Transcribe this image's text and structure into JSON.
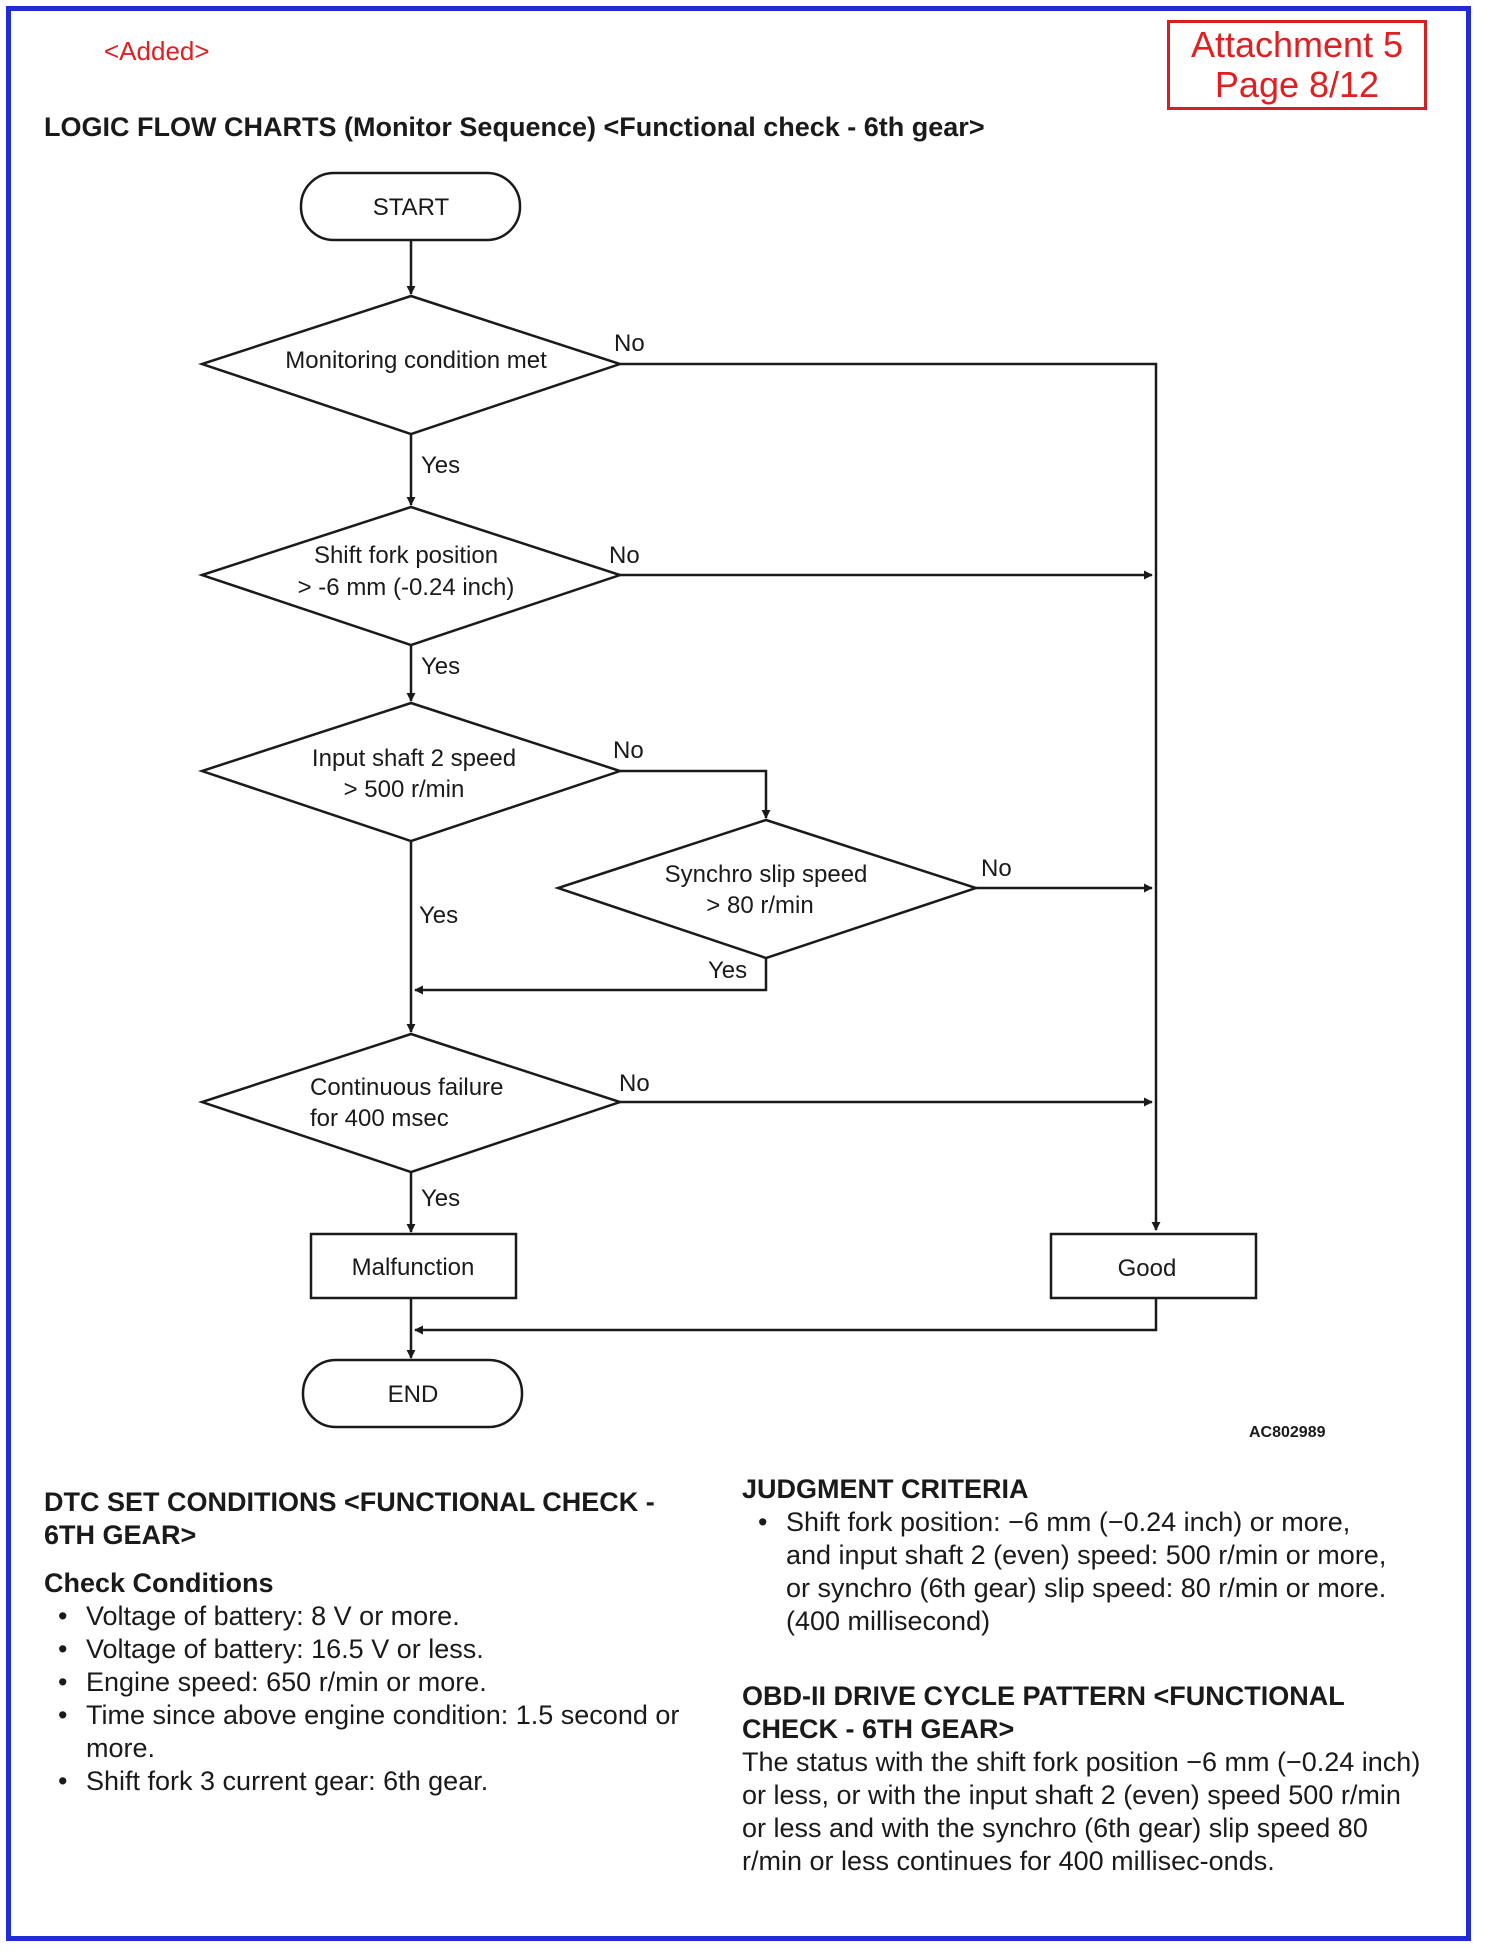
{
  "header": {
    "added_tag": "<Added>",
    "attachment_line1": "Attachment 5",
    "attachment_line2": "Page 8/12",
    "title": "LOGIC FLOW CHARTS (Monitor Sequence) <Functional check - 6th gear>"
  },
  "flowchart": {
    "start": "START",
    "end": "END",
    "decisions": [
      {
        "line1": "Monitoring condition met",
        "line2": ""
      },
      {
        "line1": "Shift fork position",
        "line2": "> -6 mm (-0.24 inch)"
      },
      {
        "line1": "Input shaft 2 speed",
        "line2": "> 500 r/min"
      },
      {
        "line1": "Synchro slip speed",
        "line2": "> 80 r/min"
      },
      {
        "line1": "Continuous failure",
        "line2": "for 400 msec"
      }
    ],
    "yes_label": "Yes",
    "no_label": "No",
    "malfunction": "Malfunction",
    "good": "Good",
    "figure_code": "AC802989"
  },
  "dtc": {
    "heading_line1": "DTC SET CONDITIONS <FUNCTIONAL CHECK -",
    "heading_line2": "6TH GEAR>",
    "check_heading": "Check Conditions",
    "conditions": [
      "Voltage of battery: 8 V or more.",
      "Voltage of battery: 16.5 V or less.",
      "Engine speed: 650 r/min or more.",
      "Time since above engine condition: 1.5 second or more.",
      "Shift fork 3 current gear: 6th gear."
    ]
  },
  "judgment": {
    "heading": "JUDGMENT CRITERIA",
    "criteria": "Shift fork position: −6 mm (−0.24 inch) or more, and input shaft 2 (even) speed: 500 r/min or more, or synchro (6th gear) slip speed: 80 r/min or more. (400 millisecond)"
  },
  "obd": {
    "heading_line1": "OBD-II DRIVE CYCLE PATTERN <FUNCTIONAL",
    "heading_line2": "CHECK - 6TH GEAR>",
    "text": "The status with the shift fork position −6 mm (−0.24 inch) or less, or with the input shaft 2 (even) speed 500 r/min or less and with the synchro (6th gear) slip speed 80 r/min or less continues for 400 millisec-onds."
  },
  "colors": {
    "frame": "#1f2bd6",
    "annotation_red": "#e02020",
    "line": "#1a1a1a"
  }
}
